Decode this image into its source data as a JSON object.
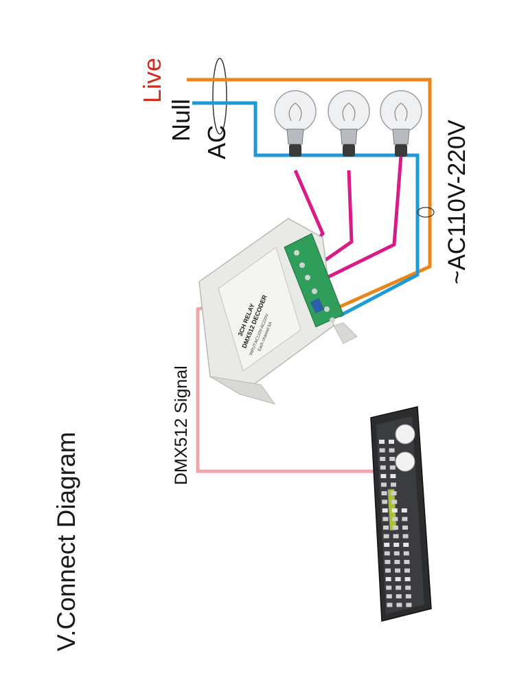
{
  "title": "V.Connect Diagram",
  "labels": {
    "live": "Live",
    "null": "Null",
    "ac": "AC",
    "voltage": "~AC110V-220V",
    "dmx_signal": "DMX512 Signal"
  },
  "decoder": {
    "line1": "3CH RELAY",
    "line2": "DMX512 DECODER",
    "line3": "INPUT:AC110V-AC220V",
    "line4": "Each channel 5A"
  },
  "colors": {
    "live": "#e8861c",
    "null": "#1f9ad6",
    "load": "#d81b87",
    "signal": "#f0a5ac",
    "live_label": "#d62a1e",
    "terminal": "#2e9e5a"
  },
  "icons": [
    "light-bulb-icon",
    "relay-decoder-icon",
    "dmx-console-icon"
  ]
}
